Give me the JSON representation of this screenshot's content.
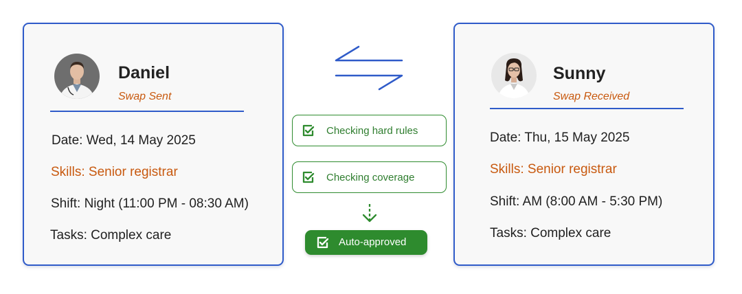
{
  "left_card": {
    "name": "Daniel",
    "status": "Swap Sent",
    "date": "Date: Wed, 14 May 2025",
    "skills": "Skills: Senior registrar",
    "shift": "Shift: Night (11:00 PM - 08:30 AM)",
    "tasks": "Tasks: Complex care"
  },
  "right_card": {
    "name": "Sunny",
    "status": "Swap Received",
    "date": "Date: Thu, 15 May 2025",
    "skills": "Skills: Senior registrar",
    "shift": "Shift: AM (8:00 AM - 5:30 PM)",
    "tasks": "Tasks: Complex care"
  },
  "process": {
    "checks": [
      "Checking hard rules",
      "Checking coverage"
    ],
    "result": "Auto-approved"
  },
  "icons": {
    "swap": "swap-arrows-icon",
    "check": "checkbox-checked-icon",
    "down": "dashed-down-arrow-icon"
  },
  "colors": {
    "card_border": "#2f5bc9",
    "name_text": "#222222",
    "status_text": "#c8590f",
    "skills_text": "#c8590f",
    "check_green": "#2e8b2e",
    "card_bg": "#f8f8f8"
  }
}
